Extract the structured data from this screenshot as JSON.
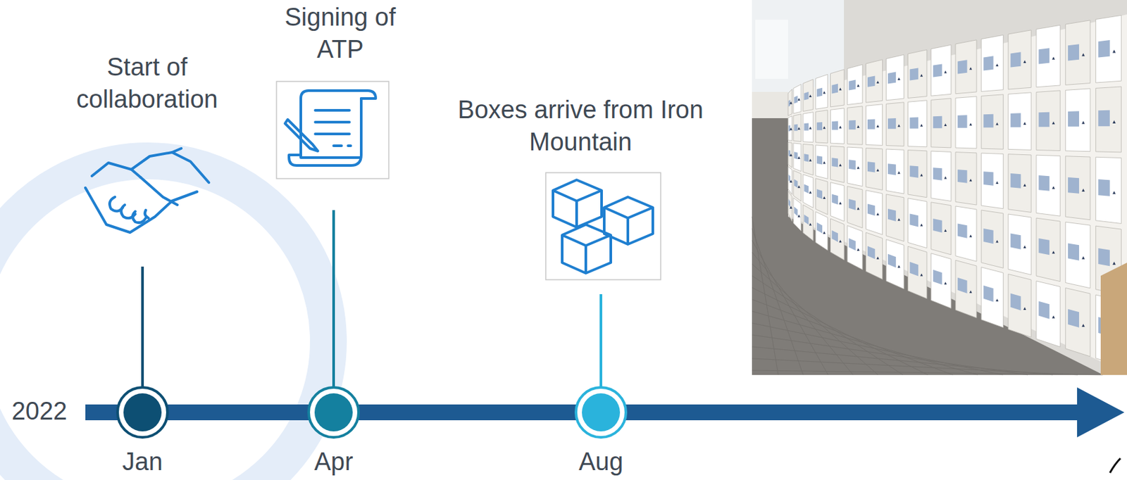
{
  "diagram": {
    "labels": [
      "2022",
      "Start of collaboration",
      "Jan",
      "Signing of ATP",
      "Apr",
      "Boxes arrive from Iron Mountain",
      "Aug"
    ]
  }
}
